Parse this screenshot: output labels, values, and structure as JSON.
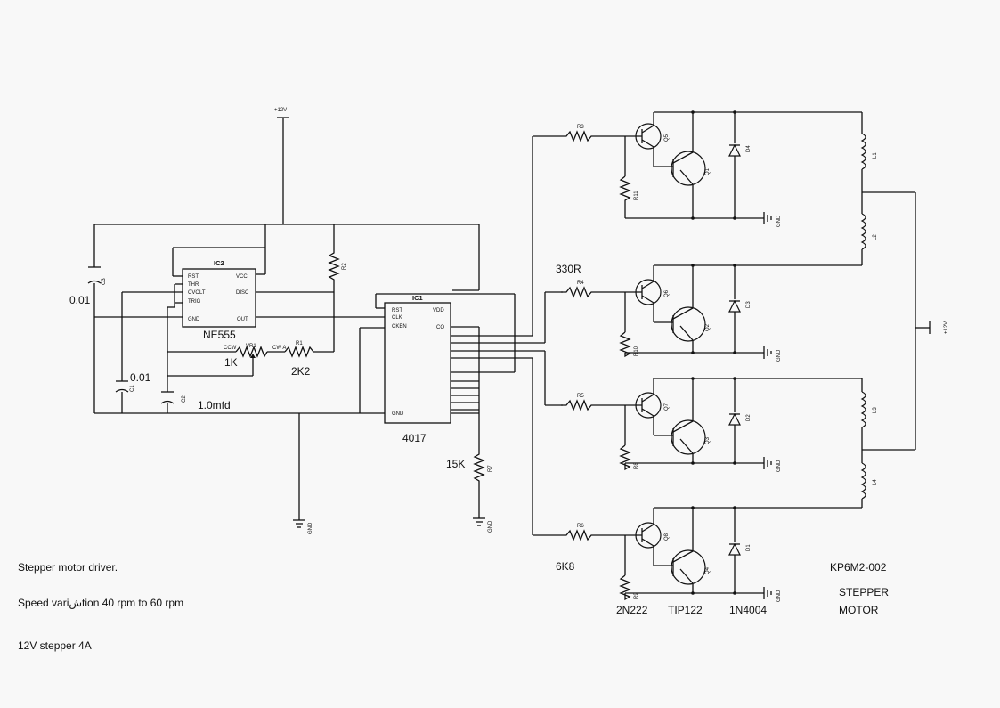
{
  "notes": {
    "title": "Stepper motor driver.",
    "speed": "Speed variشtion  40 rpm to 60 rpm",
    "stepper": "12V stepper  4A",
    "partno": "KP6M2-002",
    "motor1": "STEPPER",
    "motor2": "MOTOR"
  },
  "labels": {
    "v12": "+12V",
    "gnd": "GND",
    "ic2": "IC2",
    "ne555": "NE555",
    "rst": "RST",
    "thr": "THR",
    "cvolt": "CVOLT",
    "trig": "TRIG",
    "gndpin": "GND",
    "vcc": "VCC",
    "disc": "DISC",
    "out": "OUT",
    "ic1": "IC1",
    "ic4017": "4017",
    "clk": "CLK",
    "cken": "CKEN",
    "vdd": "VDD",
    "co": "CO",
    "r1": "R1",
    "r2": "R2",
    "r3": "R3",
    "r4": "R4",
    "r5": "R5",
    "r6": "R6",
    "r7": "R7",
    "r8": "R8",
    "r9": "R9",
    "r10": "R10",
    "r11": "R11",
    "vr1": "VR1",
    "ccw": "CCW",
    "cwa": "CW A",
    "c1": "C1",
    "c2": "C2",
    "c3": "C3",
    "q1": "Q1",
    "q2": "Q2",
    "q3": "Q3",
    "q4": "Q4",
    "q5": "Q5",
    "q6": "Q6",
    "q7": "Q7",
    "q8": "Q8",
    "d1": "D1",
    "d2": "D2",
    "d3": "D3",
    "d4": "D4",
    "l1": "L1",
    "l2": "L2",
    "l3": "L3",
    "l4": "L4",
    "val_c3": "0.01",
    "val_c1": "0.01",
    "val_c2": "1.0mfd",
    "val_vr1": "1K",
    "val_r1": "2K2",
    "val_r7": "15K",
    "val_330": "330R",
    "val_6k8": "6K8",
    "val_2n": "2N222",
    "val_tip": "TIP122",
    "val_1n": "1N4004"
  }
}
